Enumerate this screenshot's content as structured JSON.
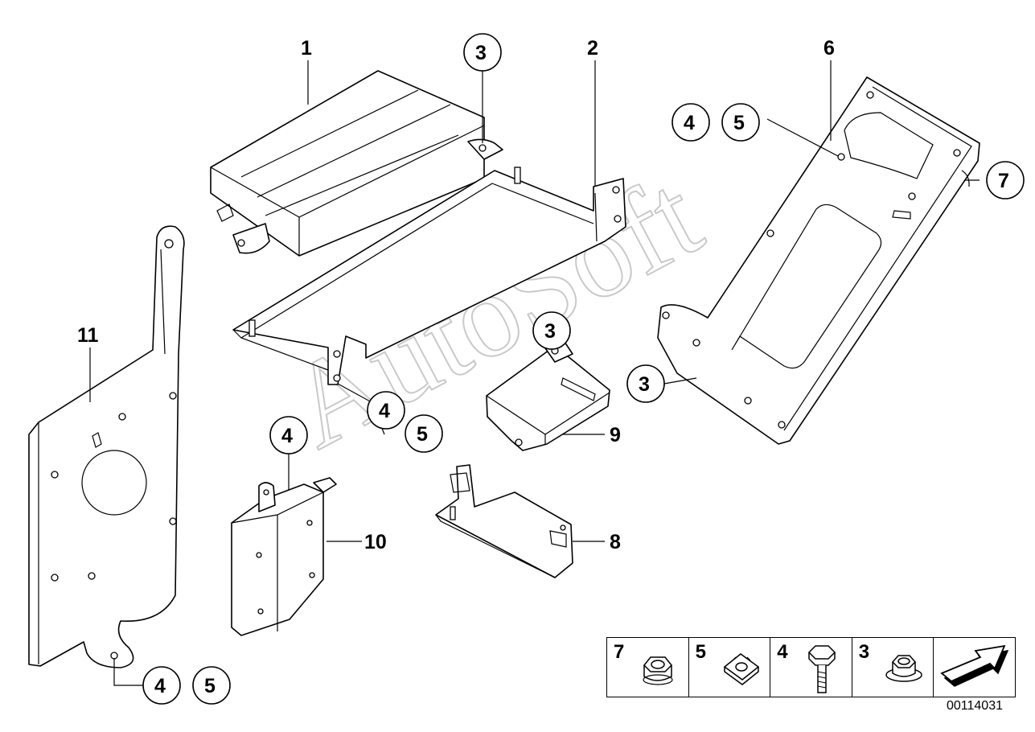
{
  "watermark": "AutoSoft",
  "reference_code": "00114031",
  "callouts": {
    "c1": "1",
    "c2": "2",
    "c3a": "3",
    "c3b": "3",
    "c3c": "3",
    "c6": "6",
    "c4a": "4",
    "c5a": "5",
    "c7": "7",
    "c11": "11",
    "c4b": "4",
    "c5b": "5",
    "c9": "9",
    "c4c": "4",
    "c10": "10",
    "c8": "8",
    "c4d": "4",
    "c5c": "5"
  },
  "legend": [
    {
      "number": "7",
      "icon": "hex-nut-icon"
    },
    {
      "number": "5",
      "icon": "clip-nut-icon"
    },
    {
      "number": "4",
      "icon": "hex-bolt-icon"
    },
    {
      "number": "3",
      "icon": "flange-nut-icon"
    },
    {
      "number": "",
      "icon": "forward-arrow-icon"
    }
  ]
}
